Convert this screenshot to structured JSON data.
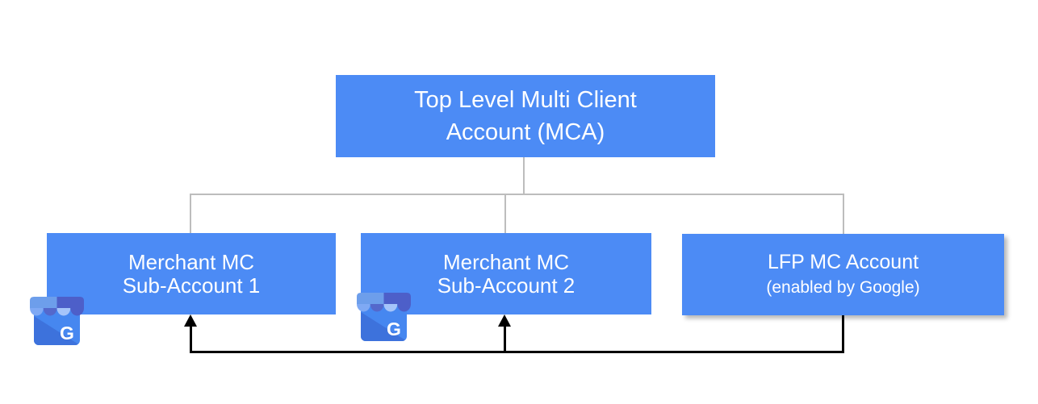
{
  "diagram": {
    "nodes": {
      "mca": {
        "line1": "Top Level Multi Client",
        "line2": "Account (MCA)"
      },
      "sub1": {
        "line1": "Merchant MC",
        "line2": "Sub-Account 1"
      },
      "sub2": {
        "line1": "Merchant MC",
        "line2": "Sub-Account 2"
      },
      "lfp": {
        "line1": "LFP MC Account",
        "line2": "(enabled by Google)"
      }
    },
    "edges": [
      {
        "from": "mca",
        "to": "sub1",
        "style": "tree-line"
      },
      {
        "from": "mca",
        "to": "sub2",
        "style": "tree-line"
      },
      {
        "from": "mca",
        "to": "lfp",
        "style": "tree-line"
      },
      {
        "from": "lfp",
        "to": "sub1",
        "style": "black-arrow"
      },
      {
        "from": "lfp",
        "to": "sub2",
        "style": "black-arrow"
      }
    ],
    "icons": [
      {
        "name": "google-my-business-icon",
        "attached_to": "sub1",
        "glyph_letter": "G"
      },
      {
        "name": "google-my-business-icon",
        "attached_to": "sub2",
        "glyph_letter": "G"
      }
    ],
    "colors": {
      "canvas_bg": "#FFFFFF",
      "node_fill": "#4C8BF5",
      "node_text": "#FFFFFF",
      "tree_line": "#BDBDBD",
      "arrow_line": "#000000"
    }
  }
}
